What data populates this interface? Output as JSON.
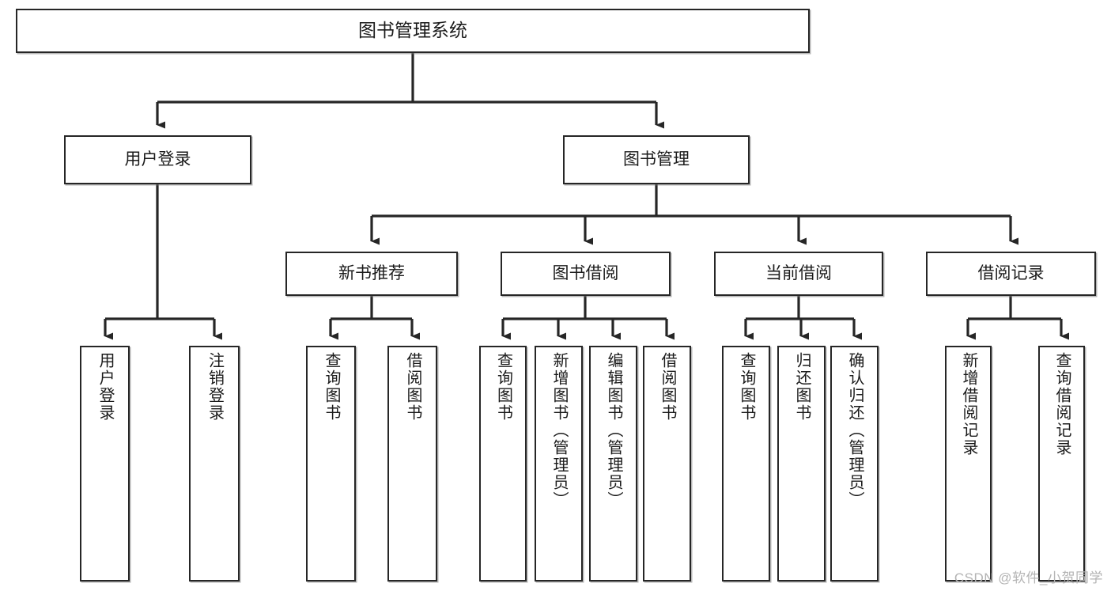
{
  "diagram": {
    "type": "tree",
    "title": "图书管理系统",
    "watermark": "CSDN @软件_小贺同学",
    "root": {
      "label": "图书管理系统"
    },
    "level2": [
      {
        "label": "用户登录"
      },
      {
        "label": "图书管理"
      }
    ],
    "level3": [
      {
        "label": "新书推荐"
      },
      {
        "label": "图书借阅"
      },
      {
        "label": "当前借阅"
      },
      {
        "label": "借阅记录"
      }
    ],
    "leaves": {
      "user_login": [
        {
          "label": "用户登录"
        },
        {
          "label": "注销登录"
        }
      ],
      "new_book": [
        {
          "label": "查询图书"
        },
        {
          "label": "借阅图书"
        }
      ],
      "borrow": [
        {
          "label": "查询图书"
        },
        {
          "label": "新增图书（管理员）"
        },
        {
          "label": "编辑图书（管理员）"
        },
        {
          "label": "借阅图书"
        }
      ],
      "current": [
        {
          "label": "查询图书"
        },
        {
          "label": "归还图书"
        },
        {
          "label": "确认归还（管理员）"
        }
      ],
      "records": [
        {
          "label": "新增借阅记录"
        },
        {
          "label": "查询借阅记录"
        }
      ]
    },
    "colors": {
      "stroke": "#262626",
      "fill": "#ffffff",
      "text": "#1b1b1b",
      "watermark": "#b4b4b4"
    }
  }
}
